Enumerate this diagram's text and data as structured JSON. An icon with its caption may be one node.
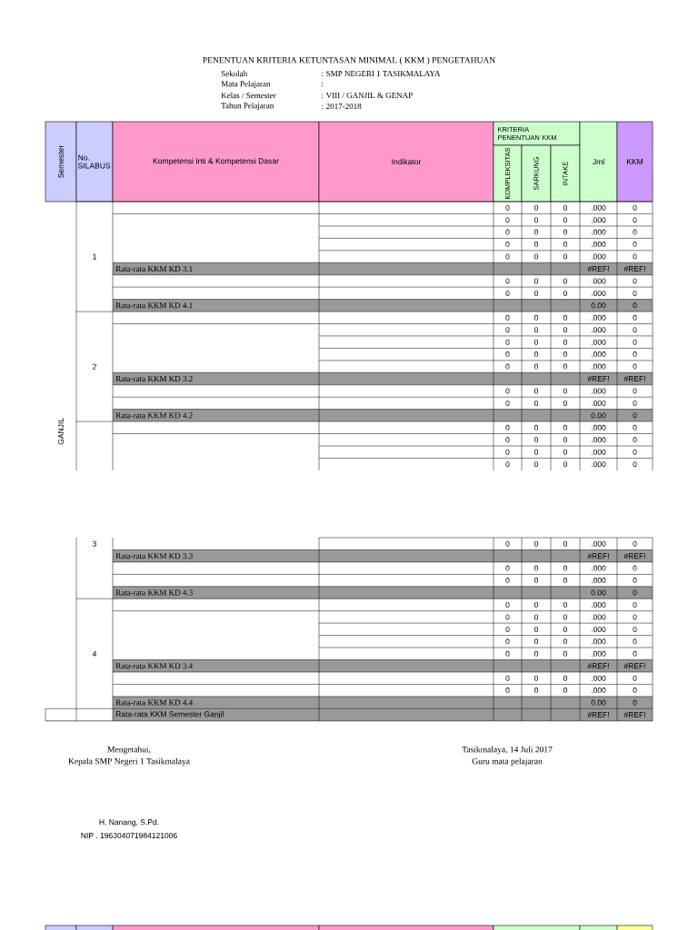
{
  "diagram": {
    "title": "PENENTUAN KRITERIA KETUNTASAN  MINIMAL ( KKM ) PENGETAHUAN",
    "labels": [
      "Sekolah",
      ": SMP NEGERI 1 TASIKMALAYA",
      "Mata Pelajaran",
      ":",
      "Kelas / Semester",
      ": VIII / GANJIL & GENAP",
      "Tahun Pelajaran",
      ": 2017-2018",
      "Semester",
      "No. SILABUS",
      "Kompetensi Inti & Kompetensi Dasar",
      "Indikator",
      "KRITERIA PENENTUAN KKM",
      "KOMPLEKSITAS",
      "SARKUNG",
      "INTAKE",
      "Jml",
      "KKM",
      "0",
      "0",
      "0",
      ".000",
      "0",
      "0",
      "0",
      "0",
      ".000",
      "0",
      "0",
      "0",
      "0",
      ".000",
      "0",
      "0",
      "0",
      "0",
      ".000",
      "0",
      "1",
      "0",
      "0",
      "0",
      ".000",
      "0",
      "Rata-rata KKM KD 3.1",
      "#REF!",
      "#REF!",
      "0",
      "0",
      "0",
      ".000",
      "0",
      "0",
      "0",
      "0",
      ".000",
      "0",
      "Rata-rata KKM KD 4.1",
      "0.00",
      "0",
      "0",
      "0",
      "0",
      ".000",
      "0",
      "0",
      "0",
      "0",
      ".000",
      "0",
      "0",
      "0",
      "0",
      ".000",
      "0",
      "0",
      "0",
      "0",
      ".000",
      "0",
      "2",
      "0",
      "0",
      "0",
      ".000",
      "0",
      "Rata-rata KKM KD 3.2",
      "#REF!",
      "#REF!",
      "0",
      "0",
      "0",
      ".000",
      "0",
      "0",
      "0",
      "0",
      ".000",
      "0",
      "Rata-rata KKM KD 4.2",
      "0.00",
      "0",
      "GANJIL",
      "0",
      "0",
      "0",
      ".000",
      "0",
      "0",
      "0",
      "0",
      ".000",
      "0",
      "0",
      "0",
      "0",
      ".000",
      "0",
      "0",
      "0",
      "0",
      ".000",
      "0",
      "3",
      "0",
      "0",
      "0",
      ".000",
      "0",
      "Rata-rata KKM KD 3.3",
      "#REF!",
      "#REF!",
      "0",
      "0",
      "0",
      ".000",
      "0",
      "0",
      "0",
      "0",
      ".000",
      "0",
      "Rata-rata KKM KD 4.3",
      "0.00",
      "0",
      "0",
      "0",
      "0",
      ".000",
      "0",
      "0",
      "0",
      "0",
      ".000",
      "0",
      "0",
      "0",
      "0",
      ".000",
      "0",
      "0",
      "0",
      "0",
      ".000",
      "0",
      "4",
      "0",
      "0",
      "0",
      ".000",
      "0",
      "Rata-rata KKM KD 3.4",
      "#REF!",
      "#REF!",
      "0",
      "0",
      "0",
      ".000",
      "0",
      "0",
      "0",
      "0",
      ".000",
      "0",
      "Rata-rata KKM KD 4.4",
      "0.00",
      "0",
      "Rata-rata KKM Semester Ganjil",
      "#REF!",
      "#REF!",
      "Mengetahui,",
      "Tasikmalaya, 14 Juli 2017",
      "Kepala SMP Negeri 1 Tasikmalaya",
      "Guru mata pelajaran",
      "H. Nanang, S.Pd.",
      "NIP . 196304071984121006"
    ]
  }
}
